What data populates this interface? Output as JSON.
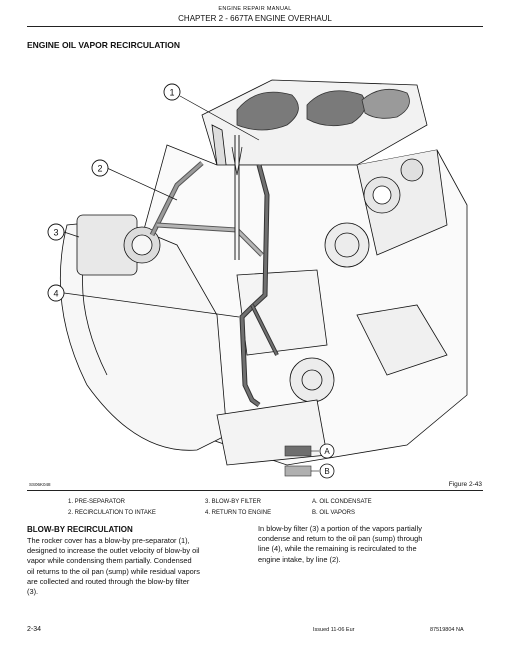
{
  "header": {
    "manual": "ENGINE REPAIR MANUAL",
    "chapter": "CHAPTER 2 - 667TA ENGINE OVERHAUL"
  },
  "section_title": "ENGINE OIL VAPOR RECIRCULATION",
  "figure": {
    "code": "SS06K048",
    "number": "Figure 2-43",
    "callouts": [
      "1",
      "2",
      "3",
      "4"
    ],
    "key": [
      {
        "letter": "A",
        "color": "#6e6e6e"
      },
      {
        "letter": "B",
        "color": "#b0b0b0"
      }
    ]
  },
  "legend": {
    "col1": [
      "1.  PRE-SEPARATOR",
      "2.  RECIRCULATION TO INTAKE"
    ],
    "col2": [
      "3.  BLOW-BY FILTER",
      "4.  RETURN TO ENGINE"
    ],
    "col3": [
      "A.  OIL CONDENSATE",
      "B.  OIL VAPORS"
    ]
  },
  "body": {
    "heading": "BLOW-BY RECIRCULATION",
    "left": [
      "The rocker cover has a blow-by pre-separator (1),",
      "designed to increase the outlet velocity of blow-by oil",
      "vapor while condensing them partially. Condensed",
      "oil returns to the oil pan (sump) while residual vapors",
      "are collected and routed through the blow-by filter",
      "(3)."
    ],
    "right": [
      "In blow-by filter (3) a portion of the vapors partially",
      "condense and return to the oil pan (sump) through",
      "line (4), while the remaining is recirculated to the",
      "engine intake, by line (2)."
    ]
  },
  "footer": {
    "page": "2-34",
    "issue": "Issued 11-06    Eur",
    "doc_number": "87519804 NA"
  }
}
